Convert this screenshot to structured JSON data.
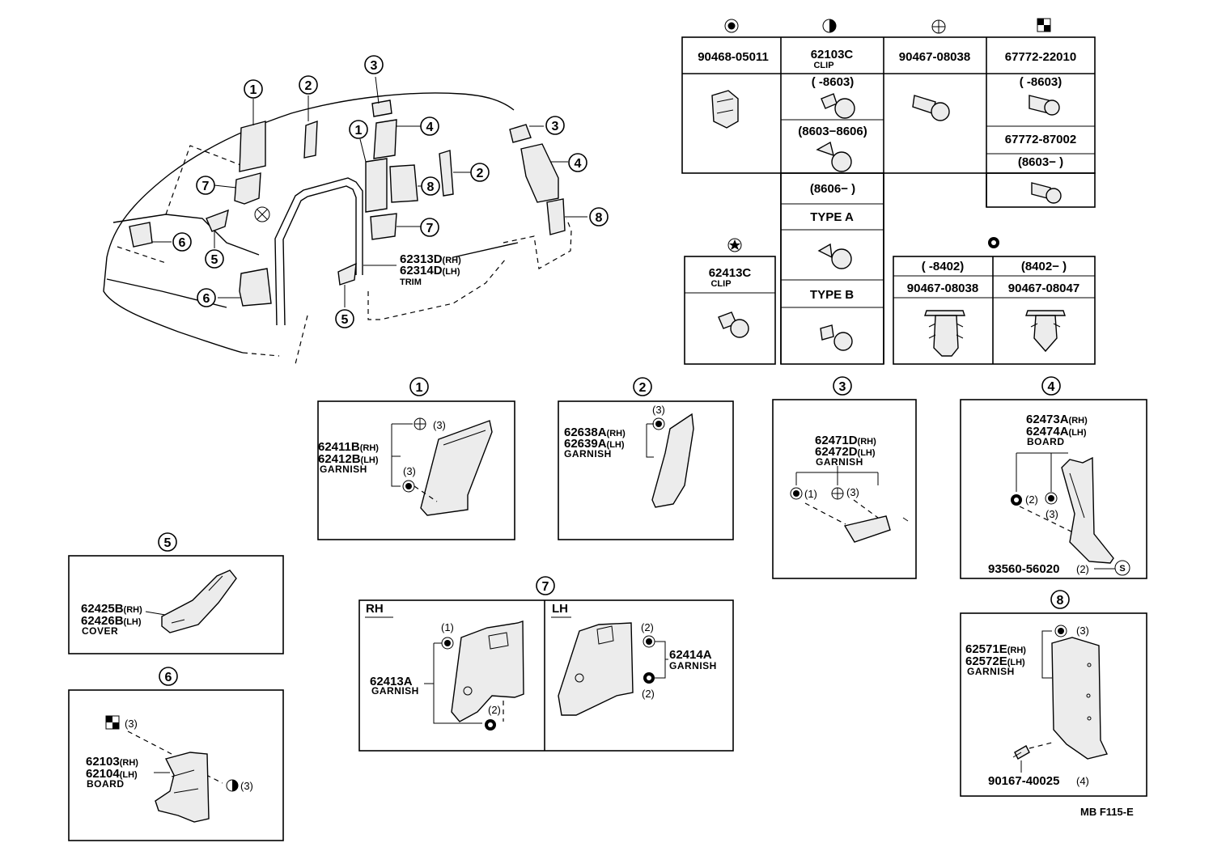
{
  "drawing_code": "MB F115-E",
  "fasteners": {
    "fast1": {
      "part": "90468-05011"
    },
    "fast2": {
      "part": "62103C",
      "desc": "CLIP",
      "r1": "(      -8603)",
      "r2": "(8603−8606)",
      "r3": "(8606−        )",
      "typeA": "TYPE A",
      "typeB": "TYPE B"
    },
    "fast3": {
      "part": "90467-08038"
    },
    "fast4": {
      "part1": "67772-22010",
      "r1": "(      -8603)",
      "part2": "67772-87002",
      "r2": "(8603−        )"
    },
    "fast5": {
      "part": "62413C",
      "desc": "CLIP"
    },
    "fast6": {
      "r1": "(      -8402)",
      "r2": "(8402−        )",
      "part1": "90467-08038",
      "part2": "90467-08047"
    }
  },
  "callouts": {
    "c1": "1",
    "c2": "2",
    "c3": "3",
    "c4": "4",
    "c5": "5",
    "c6": "6",
    "c7": "7",
    "c8": "8"
  },
  "overview": {
    "trim_rh": "62313D",
    "trim_rh_s": "(RH)",
    "trim_lh": "62314D",
    "trim_lh_s": "(LH)",
    "trim_name": "TRIM"
  },
  "detail1": {
    "rh": "62411B",
    "rh_s": "(RH)",
    "lh": "62412B",
    "lh_s": "(LH)",
    "name": "GARNISH",
    "q1": "(3)",
    "q2": "(3)"
  },
  "detail2": {
    "rh": "62638A",
    "rh_s": "(RH)",
    "lh": "62639A",
    "lh_s": "(LH)",
    "name": "GARNISH",
    "q1": "(3)"
  },
  "detail3": {
    "rh": "62471D",
    "rh_s": "(RH)",
    "lh": "62472D",
    "lh_s": "(LH)",
    "name": "GARNISH",
    "q1": "(1)",
    "q2": "(3)"
  },
  "detail4": {
    "rh": "62473A",
    "rh_s": "(RH)",
    "lh": "62474A",
    "lh_s": "(LH)",
    "name": "BOARD",
    "q1": "(2)",
    "q2": "(3)",
    "screw": "93560-56020",
    "q3": "(2)",
    "s_mark": "S"
  },
  "detail5": {
    "rh": "62425B",
    "rh_s": "(RH)",
    "lh": "62426B",
    "lh_s": "(LH)",
    "name": "COVER"
  },
  "detail6": {
    "q1": "(3)",
    "rh": "62103",
    "rh_s": "(RH)",
    "lh": "62104",
    "lh_s": "(LH)",
    "name": "BOARD",
    "q2": "(3)"
  },
  "detail7": {
    "rh_label": "RH",
    "lh_label": "LH",
    "rh_q1": "(1)",
    "rh_part": "62413A",
    "rh_name": "GARNISH",
    "rh_q2": "(2)",
    "lh_q1": "(2)",
    "lh_part": "62414A",
    "lh_name": "GARNISH",
    "lh_q2": "(2)"
  },
  "detail8": {
    "rh": "62571E",
    "rh_s": "(RH)",
    "lh": "62572E",
    "lh_s": "(LH)",
    "name": "GARNISH",
    "q1": "(3)",
    "screw": "90167-40025",
    "q2": "(4)"
  }
}
